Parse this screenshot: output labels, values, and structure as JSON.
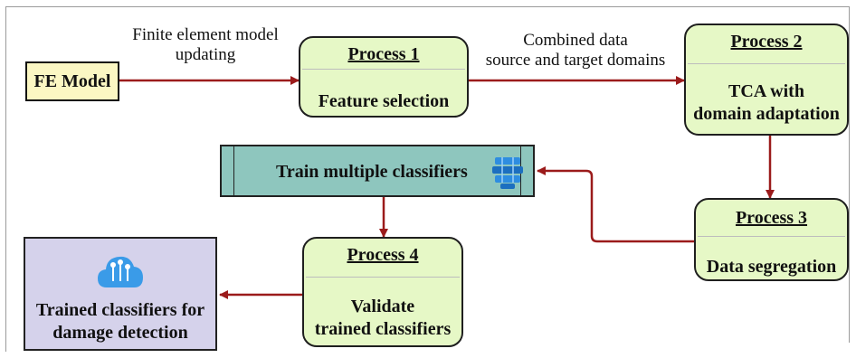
{
  "fe_model": {
    "label": "FE Model"
  },
  "process1": {
    "heading": "Process 1",
    "lines": [
      "Feature selection"
    ]
  },
  "process2": {
    "heading": "Process 2",
    "lines": [
      "TCA with",
      "domain adaptation"
    ]
  },
  "process3": {
    "heading": "Process 3",
    "lines": [
      "Data segregation"
    ]
  },
  "process4": {
    "heading": "Process 4",
    "lines": [
      "Validate",
      "trained classifiers"
    ]
  },
  "train": {
    "label": "Train multiple classifiers",
    "icon": "stack-layers-icon"
  },
  "trained": {
    "lines": [
      "Trained classifiers for",
      "damage detection"
    ],
    "icon": "cloud-circuit-icon"
  },
  "annotations": {
    "fem_update": [
      "Finite element model",
      "updating"
    ],
    "combined": [
      "Combined data",
      "source and target domains"
    ]
  },
  "colors": {
    "arrow": "#9b1b1b",
    "process_fill": "#e6f8c6",
    "fe_fill": "#fbf7c3",
    "train_fill": "#8ec6be",
    "trained_fill": "#d5d2eb",
    "icon_blue": "#2e8de0"
  }
}
